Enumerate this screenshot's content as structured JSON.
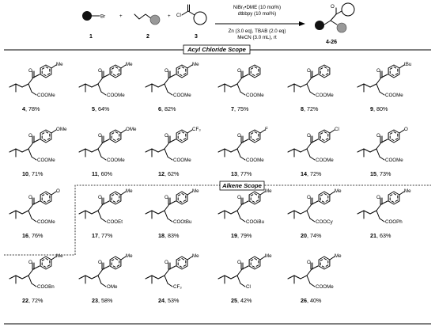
{
  "scheme": {
    "reactant_1": {
      "label": "1",
      "group": "Br"
    },
    "reactant_2": {
      "label": "2"
    },
    "reactant_3": {
      "label": "3",
      "group": "Cl"
    },
    "conditions_top": [
      "NiBr₂•DME (10 mol%)",
      "dtbbpy (10 mol%)"
    ],
    "conditions_bottom": [
      "Zn (3.0 eq), TBAB (2.0 eq)",
      "MeCN (3.0 mL), rt"
    ],
    "product_label": "4-26",
    "product_group": "O"
  },
  "sections": {
    "acyl_header": "Acyl Chloride Scope",
    "alkene_header": "Alkene Scope"
  },
  "compounds": [
    {
      "num": "4",
      "yield": "78%",
      "substituent": "Me",
      "ester": "COOMe"
    },
    {
      "num": "5",
      "yield": "64%",
      "substituent": "Me",
      "ester": "COOMe"
    },
    {
      "num": "6",
      "yield": "82%",
      "substituent": "Me",
      "ester": "COOMe"
    },
    {
      "num": "7",
      "yield": "75%",
      "substituent": "",
      "ester": "COOMe"
    },
    {
      "num": "8",
      "yield": "72%",
      "substituent": "",
      "ester": "COOMe"
    },
    {
      "num": "9",
      "yield": "80%",
      "substituent": "tBu",
      "ester": "COOMe"
    },
    {
      "num": "10",
      "yield": "71%",
      "substituent": "OMe",
      "ester": "COOMe"
    },
    {
      "num": "11",
      "yield": "60%",
      "substituent": "OMe",
      "ester": "COOMe"
    },
    {
      "num": "12",
      "yield": "62%",
      "substituent": "CF₃",
      "ester": "COOMe"
    },
    {
      "num": "13",
      "yield": "77%",
      "substituent": "F",
      "ester": "COOMe"
    },
    {
      "num": "14",
      "yield": "72%",
      "substituent": "Cl",
      "ester": "COOMe"
    },
    {
      "num": "15",
      "yield": "73%",
      "substituent": "O",
      "ester": "COOMe"
    },
    {
      "num": "16",
      "yield": "76%",
      "substituent": "O",
      "ester": "COOMe"
    },
    {
      "num": "17",
      "yield": "77%",
      "substituent": "Me",
      "ester": "COOEt"
    },
    {
      "num": "18",
      "yield": "83%",
      "substituent": "Me",
      "ester": "COOtBu"
    },
    {
      "num": "19",
      "yield": "79%",
      "substituent": "Me",
      "ester": "COOiBu"
    },
    {
      "num": "20",
      "yield": "74%",
      "substituent": "Me",
      "ester": "COOCy"
    },
    {
      "num": "21",
      "yield": "63%",
      "substituent": "Me",
      "ester": "COOPh"
    },
    {
      "num": "22",
      "yield": "72%",
      "substituent": "Me",
      "ester": "COOBn"
    },
    {
      "num": "23",
      "yield": "58%",
      "substituent": "Me",
      "ester": "OMe"
    },
    {
      "num": "24",
      "yield": "53%",
      "substituent": "Me",
      "ester": "CF₃"
    },
    {
      "num": "25",
      "yield": "42%",
      "substituent": "Me",
      "ester": "Cl"
    },
    {
      "num": "26",
      "yield": "40%",
      "substituent": "Me",
      "ester": "COOMe"
    }
  ],
  "text_atoms": {
    "O": "O",
    "Me": "Me",
    "OMe": "OMe",
    "COOMe": "COOMe"
  }
}
